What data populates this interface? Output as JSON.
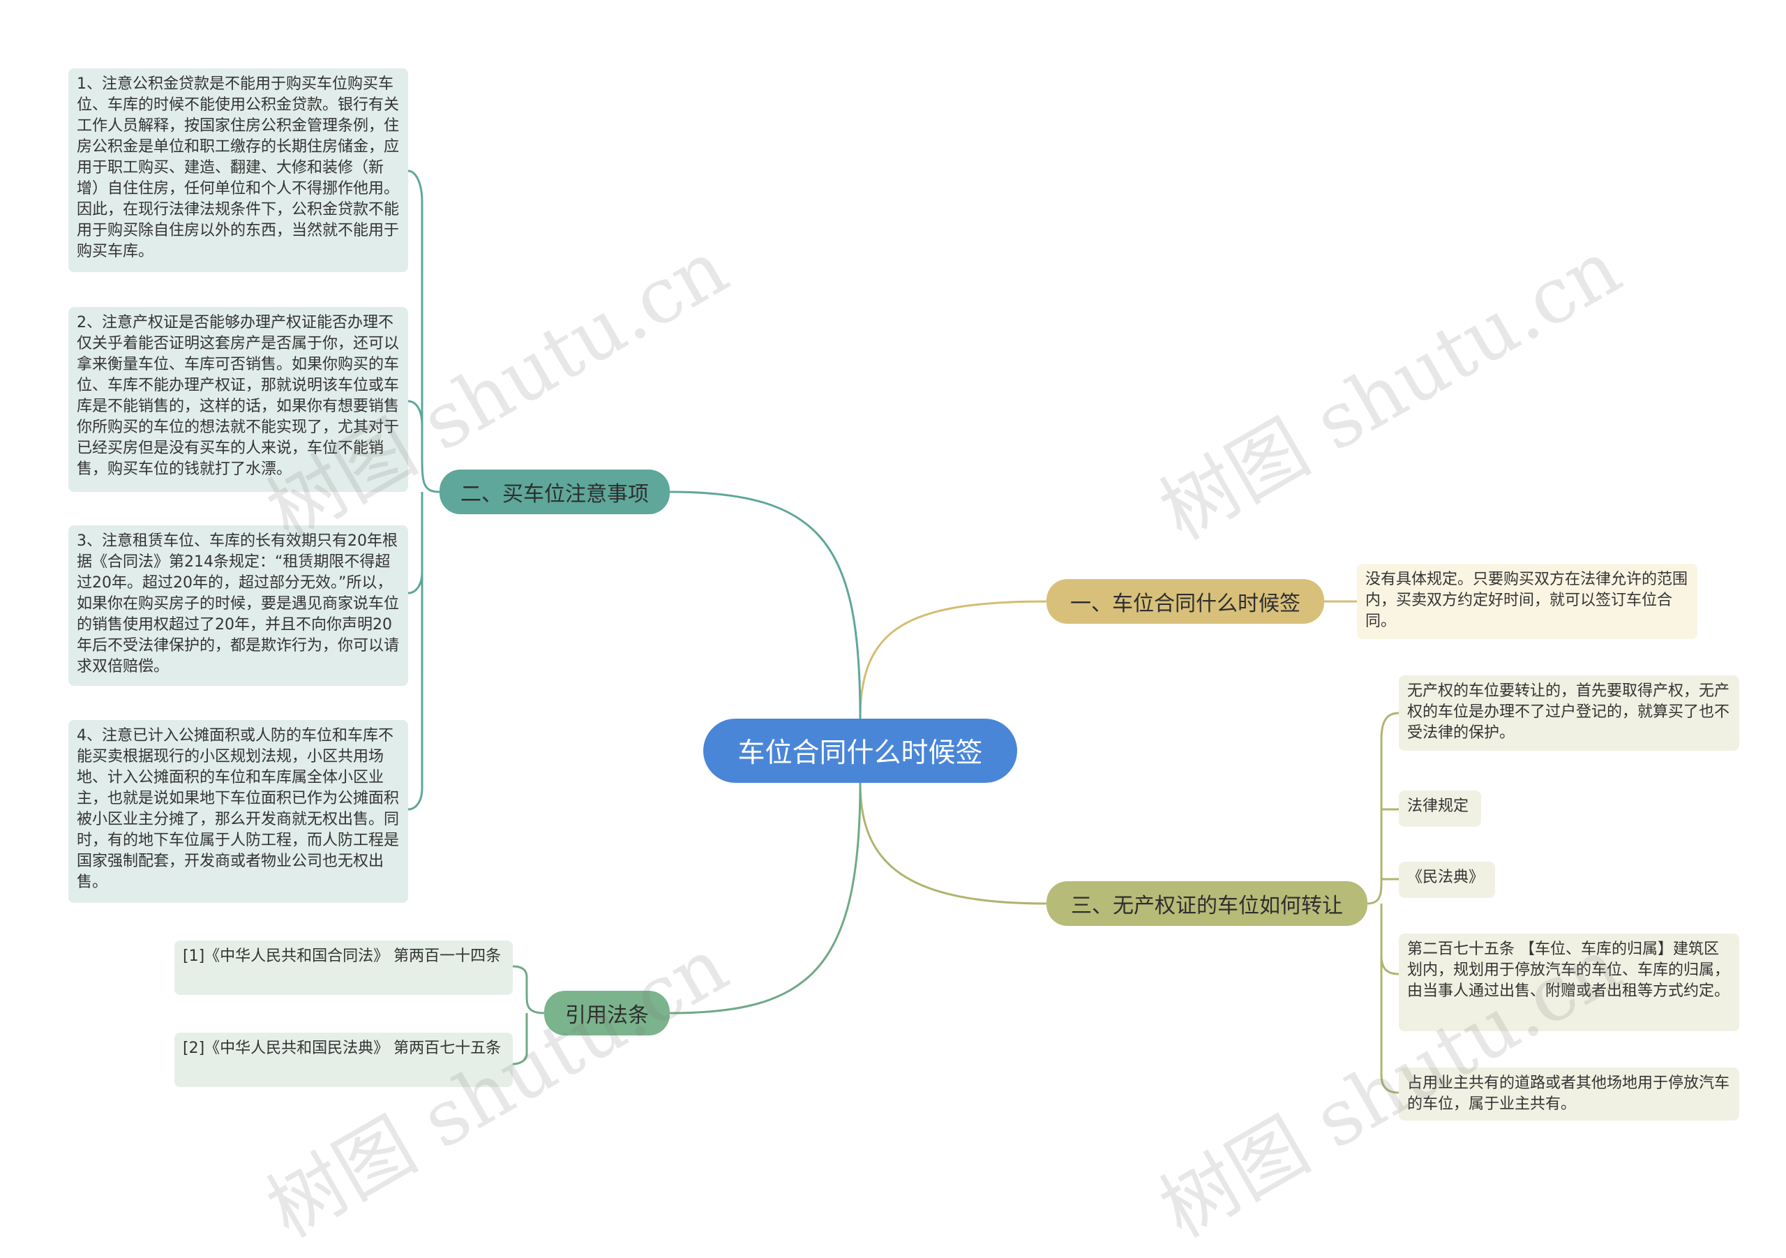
{
  "root": {
    "label": "车位合同什么时候签"
  },
  "branches": {
    "b1": {
      "label": "一、车位合同什么时候签",
      "leaves": [
        "没有具体规定。只要购买双方在法律允许的范围内，买卖双方约定好时间，就可以签订车位合同。"
      ]
    },
    "b2": {
      "label": "二、买车位注意事项",
      "leaves": [
        "1、注意公积金贷款是不能用于购买车位购买车位、车库的时候不能使用公积金贷款。银行有关工作人员解释，按国家住房公积金管理条例，住房公积金是单位和职工缴存的长期住房储金，应用于职工购买、建造、翻建、大修和装修（新增）自住住房，任何单位和个人不得挪作他用。因此，在现行法律法规条件下，公积金贷款不能用于购买除自住房以外的东西，当然就不能用于购买车库。",
        "2、注意产权证是否能够办理产权证能否办理不仅关乎着能否证明这套房产是否属于你，还可以拿来衡量车位、车库可否销售。如果你购买的车位、车库不能办理产权证，那就说明该车位或车库是不能销售的，这样的话，如果你有想要销售你所购买的车位的想法就不能实现了，尤其对于已经买房但是没有买车的人来说，车位不能销售，购买车位的钱就打了水漂。",
        "3、注意租赁车位、车库的长有效期只有20年根据《合同法》第214条规定：“租赁期限不得超过20年。超过20年的，超过部分无效。”所以，如果你在购买房子的时候，要是遇见商家说车位的销售使用权超过了20年，并且不向你声明20年后不受法律保护的，都是欺诈行为，你可以请求双倍赔偿。",
        "4、注意已计入公摊面积或人防的车位和车库不能买卖根据现行的小区规划法规，小区共用场地、计入公摊面积的车位和车库属全体小区业主，也就是说如果地下车位面积已作为公摊面积被小区业主分摊了，那么开发商就无权出售。同时，有的地下车位属于人防工程，而人防工程是国家强制配套，开发商或者物业公司也无权出售。"
      ]
    },
    "b3": {
      "label": "三、无产权证的车位如何转让",
      "leaves": [
        "无产权的车位要转让的，首先要取得产权，无产权的车位是办理不了过户登记的，就算买了也不受法律的保护。",
        "法律规定",
        "《民法典》",
        "第二百七十五条 【车位、车库的归属】建筑区划内，规划用于停放汽车的车位、车库的归属，由当事人通过出售、附赠或者出租等方式约定。",
        "占用业主共有的道路或者其他场地用于停放汽车的车位，属于业主共有。"
      ]
    },
    "b4": {
      "label": "引用法条",
      "leaves": [
        "[1]《中华人民共和国合同法》 第两百一十四条",
        "[2]《中华人民共和国民法典》 第两百七十五条"
      ]
    }
  },
  "watermark": "树图 shutu.cn",
  "colors": {
    "root": "#4a86d8",
    "teal": "#5ea79a",
    "gold": "#d8c07b",
    "olive": "#b7bb78",
    "green": "#7bb38c"
  }
}
